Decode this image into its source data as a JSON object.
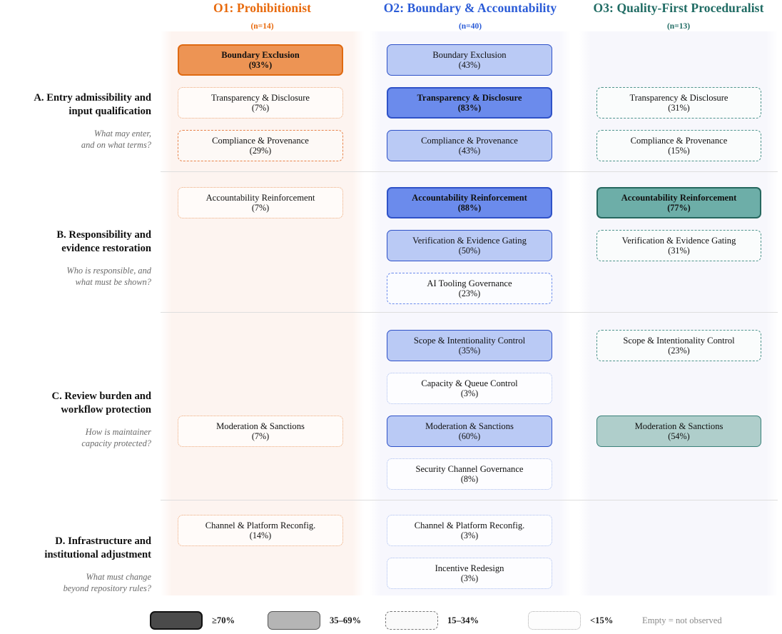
{
  "chart_data": {
    "type": "heatmap",
    "title": "",
    "columns": [
      {
        "id": "O1",
        "title": "O1: Prohibitionist",
        "n_label": "(n=14)",
        "n": 14,
        "color": "#E8690B"
      },
      {
        "id": "O2",
        "title": "O2: Boundary & Accountability",
        "n_label": "(n=40)",
        "n": 40,
        "color": "#2A5BD7"
      },
      {
        "id": "O3",
        "title": "O3: Quality-First Proceduralist",
        "n_label": "(n=13)",
        "n": 13,
        "color": "#1F6B63"
      }
    ],
    "rows": [
      {
        "id": "A",
        "title": "A. Entry admissibility and\ninput qualification",
        "subtitle": "What may enter,\nand on what terms?"
      },
      {
        "id": "B",
        "title": "B. Responsibility and\nevidence restoration",
        "subtitle": "Who is responsible, and\nwhat must be shown?"
      },
      {
        "id": "C",
        "title": "C. Review burden and\nworkflow protection",
        "subtitle": "How is maintainer\ncapacity protected?"
      },
      {
        "id": "D",
        "title": "D. Infrastructure and\ninstitutional adjustment",
        "subtitle": "What must change\nbeyond repository rules?"
      }
    ],
    "cells": [
      {
        "row": "A",
        "col": "O1",
        "slot": 0,
        "label": "Boundary Exclusion",
        "pct_label": "(93%)",
        "value": 93,
        "tier": "high"
      },
      {
        "row": "A",
        "col": "O1",
        "slot": 1,
        "label": "Transparency & Disclosure",
        "pct_label": "(7%)",
        "value": 7,
        "tier": "trace"
      },
      {
        "row": "A",
        "col": "O1",
        "slot": 2,
        "label": "Compliance & Provenance",
        "pct_label": "(29%)",
        "value": 29,
        "tier": "low"
      },
      {
        "row": "A",
        "col": "O2",
        "slot": 0,
        "label": "Boundary Exclusion",
        "pct_label": "(43%)",
        "value": 43,
        "tier": "mid"
      },
      {
        "row": "A",
        "col": "O2",
        "slot": 1,
        "label": "Transparency & Disclosure",
        "pct_label": "(83%)",
        "value": 83,
        "tier": "high"
      },
      {
        "row": "A",
        "col": "O2",
        "slot": 2,
        "label": "Compliance & Provenance",
        "pct_label": "(43%)",
        "value": 43,
        "tier": "mid"
      },
      {
        "row": "A",
        "col": "O3",
        "slot": 1,
        "label": "Transparency & Disclosure",
        "pct_label": "(31%)",
        "value": 31,
        "tier": "low"
      },
      {
        "row": "A",
        "col": "O3",
        "slot": 2,
        "label": "Compliance & Provenance",
        "pct_label": "(15%)",
        "value": 15,
        "tier": "low"
      },
      {
        "row": "B",
        "col": "O1",
        "slot": 0,
        "label": "Accountability Reinforcement",
        "pct_label": "(7%)",
        "value": 7,
        "tier": "trace"
      },
      {
        "row": "B",
        "col": "O2",
        "slot": 0,
        "label": "Accountability Reinforcement",
        "pct_label": "(88%)",
        "value": 88,
        "tier": "high"
      },
      {
        "row": "B",
        "col": "O2",
        "slot": 1,
        "label": "Verification & Evidence Gating",
        "pct_label": "(50%)",
        "value": 50,
        "tier": "mid"
      },
      {
        "row": "B",
        "col": "O2",
        "slot": 2,
        "label": "AI Tooling Governance",
        "pct_label": "(23%)",
        "value": 23,
        "tier": "low"
      },
      {
        "row": "B",
        "col": "O3",
        "slot": 0,
        "label": "Accountability Reinforcement",
        "pct_label": "(77%)",
        "value": 77,
        "tier": "high"
      },
      {
        "row": "B",
        "col": "O3",
        "slot": 1,
        "label": "Verification & Evidence Gating",
        "pct_label": "(31%)",
        "value": 31,
        "tier": "low"
      },
      {
        "row": "C",
        "col": "O1",
        "slot": 2,
        "label": "Moderation & Sanctions",
        "pct_label": "(7%)",
        "value": 7,
        "tier": "trace"
      },
      {
        "row": "C",
        "col": "O2",
        "slot": 0,
        "label": "Scope & Intentionality Control",
        "pct_label": "(35%)",
        "value": 35,
        "tier": "mid"
      },
      {
        "row": "C",
        "col": "O2",
        "slot": 1,
        "label": "Capacity & Queue Control",
        "pct_label": "(3%)",
        "value": 3,
        "tier": "trace"
      },
      {
        "row": "C",
        "col": "O2",
        "slot": 2,
        "label": "Moderation & Sanctions",
        "pct_label": "(60%)",
        "value": 60,
        "tier": "mid"
      },
      {
        "row": "C",
        "col": "O2",
        "slot": 3,
        "label": "Security Channel Governance",
        "pct_label": "(8%)",
        "value": 8,
        "tier": "trace"
      },
      {
        "row": "C",
        "col": "O3",
        "slot": 0,
        "label": "Scope & Intentionality Control",
        "pct_label": "(23%)",
        "value": 23,
        "tier": "low"
      },
      {
        "row": "C",
        "col": "O3",
        "slot": 2,
        "label": "Moderation & Sanctions",
        "pct_label": "(54%)",
        "value": 54,
        "tier": "mid"
      },
      {
        "row": "D",
        "col": "O1",
        "slot": 0,
        "label": "Channel & Platform Reconfig.",
        "pct_label": "(14%)",
        "value": 14,
        "tier": "trace"
      },
      {
        "row": "D",
        "col": "O2",
        "slot": 0,
        "label": "Channel & Platform Reconfig.",
        "pct_label": "(3%)",
        "value": 3,
        "tier": "trace"
      },
      {
        "row": "D",
        "col": "O2",
        "slot": 1,
        "label": "Incentive Redesign",
        "pct_label": "(3%)",
        "value": 3,
        "tier": "trace"
      }
    ],
    "legend": {
      "items": [
        {
          "tier": "high",
          "label": "≥70%"
        },
        {
          "tier": "mid",
          "label": "35–69%"
        },
        {
          "tier": "low",
          "label": "15–34%"
        },
        {
          "tier": "trace",
          "label": "<15%"
        }
      ],
      "note": "Empty = not observed"
    }
  }
}
